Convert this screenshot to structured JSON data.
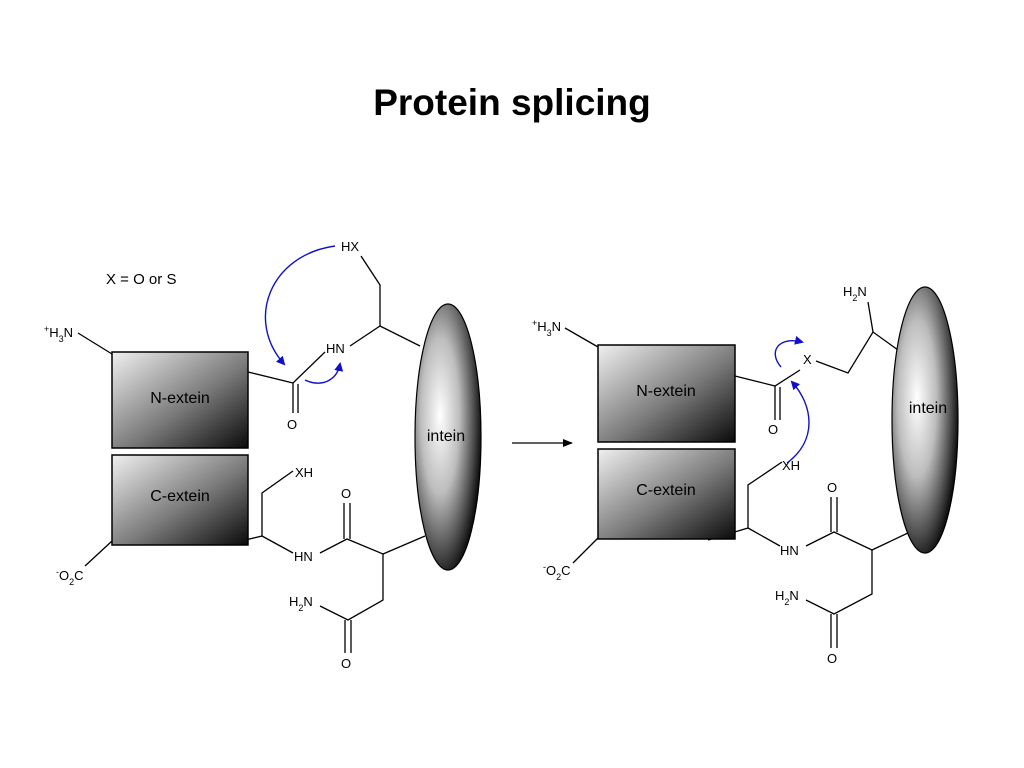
{
  "title": "Protein splicing",
  "note": "X = O or S",
  "colors": {
    "curved_arrow": "#1010c8",
    "box_light": "#e8e8e8",
    "box_dark": "#111111"
  },
  "left": {
    "n_extein": "N-extein",
    "c_extein": "C-extein",
    "intein": "intein",
    "n_terminus": {
      "sup": "+",
      "main": "H",
      "sub": "3",
      "tail": "N"
    },
    "c_terminus": {
      "sup": "-",
      "main": "O",
      "sub": "2",
      "tail": "C"
    },
    "hx": "HX",
    "hn_top": "HN",
    "o_carbonyl": "O",
    "xh": "XH",
    "o_asn_top": "O",
    "hn_bottom": "HN",
    "amide_nh2": {
      "main": "H",
      "sub": "2",
      "tail": "N"
    },
    "o_asn_bottom": "O"
  },
  "right": {
    "n_extein": "N-extein",
    "c_extein": "C-extein",
    "intein": "intein",
    "n_terminus": {
      "sup": "+",
      "main": "H",
      "sub": "3",
      "tail": "N"
    },
    "c_terminus": {
      "sup": "-",
      "main": "O",
      "sub": "2",
      "tail": "C"
    },
    "amine_top": {
      "main": "H",
      "sub": "2",
      "tail": "N"
    },
    "x": "X",
    "o_carbonyl": "O",
    "xh": "XH",
    "o_asn_top": "O",
    "hn_bottom": "HN",
    "amide_nh2": {
      "main": "H",
      "sub": "2",
      "tail": "N"
    },
    "o_asn_bottom": "O"
  }
}
